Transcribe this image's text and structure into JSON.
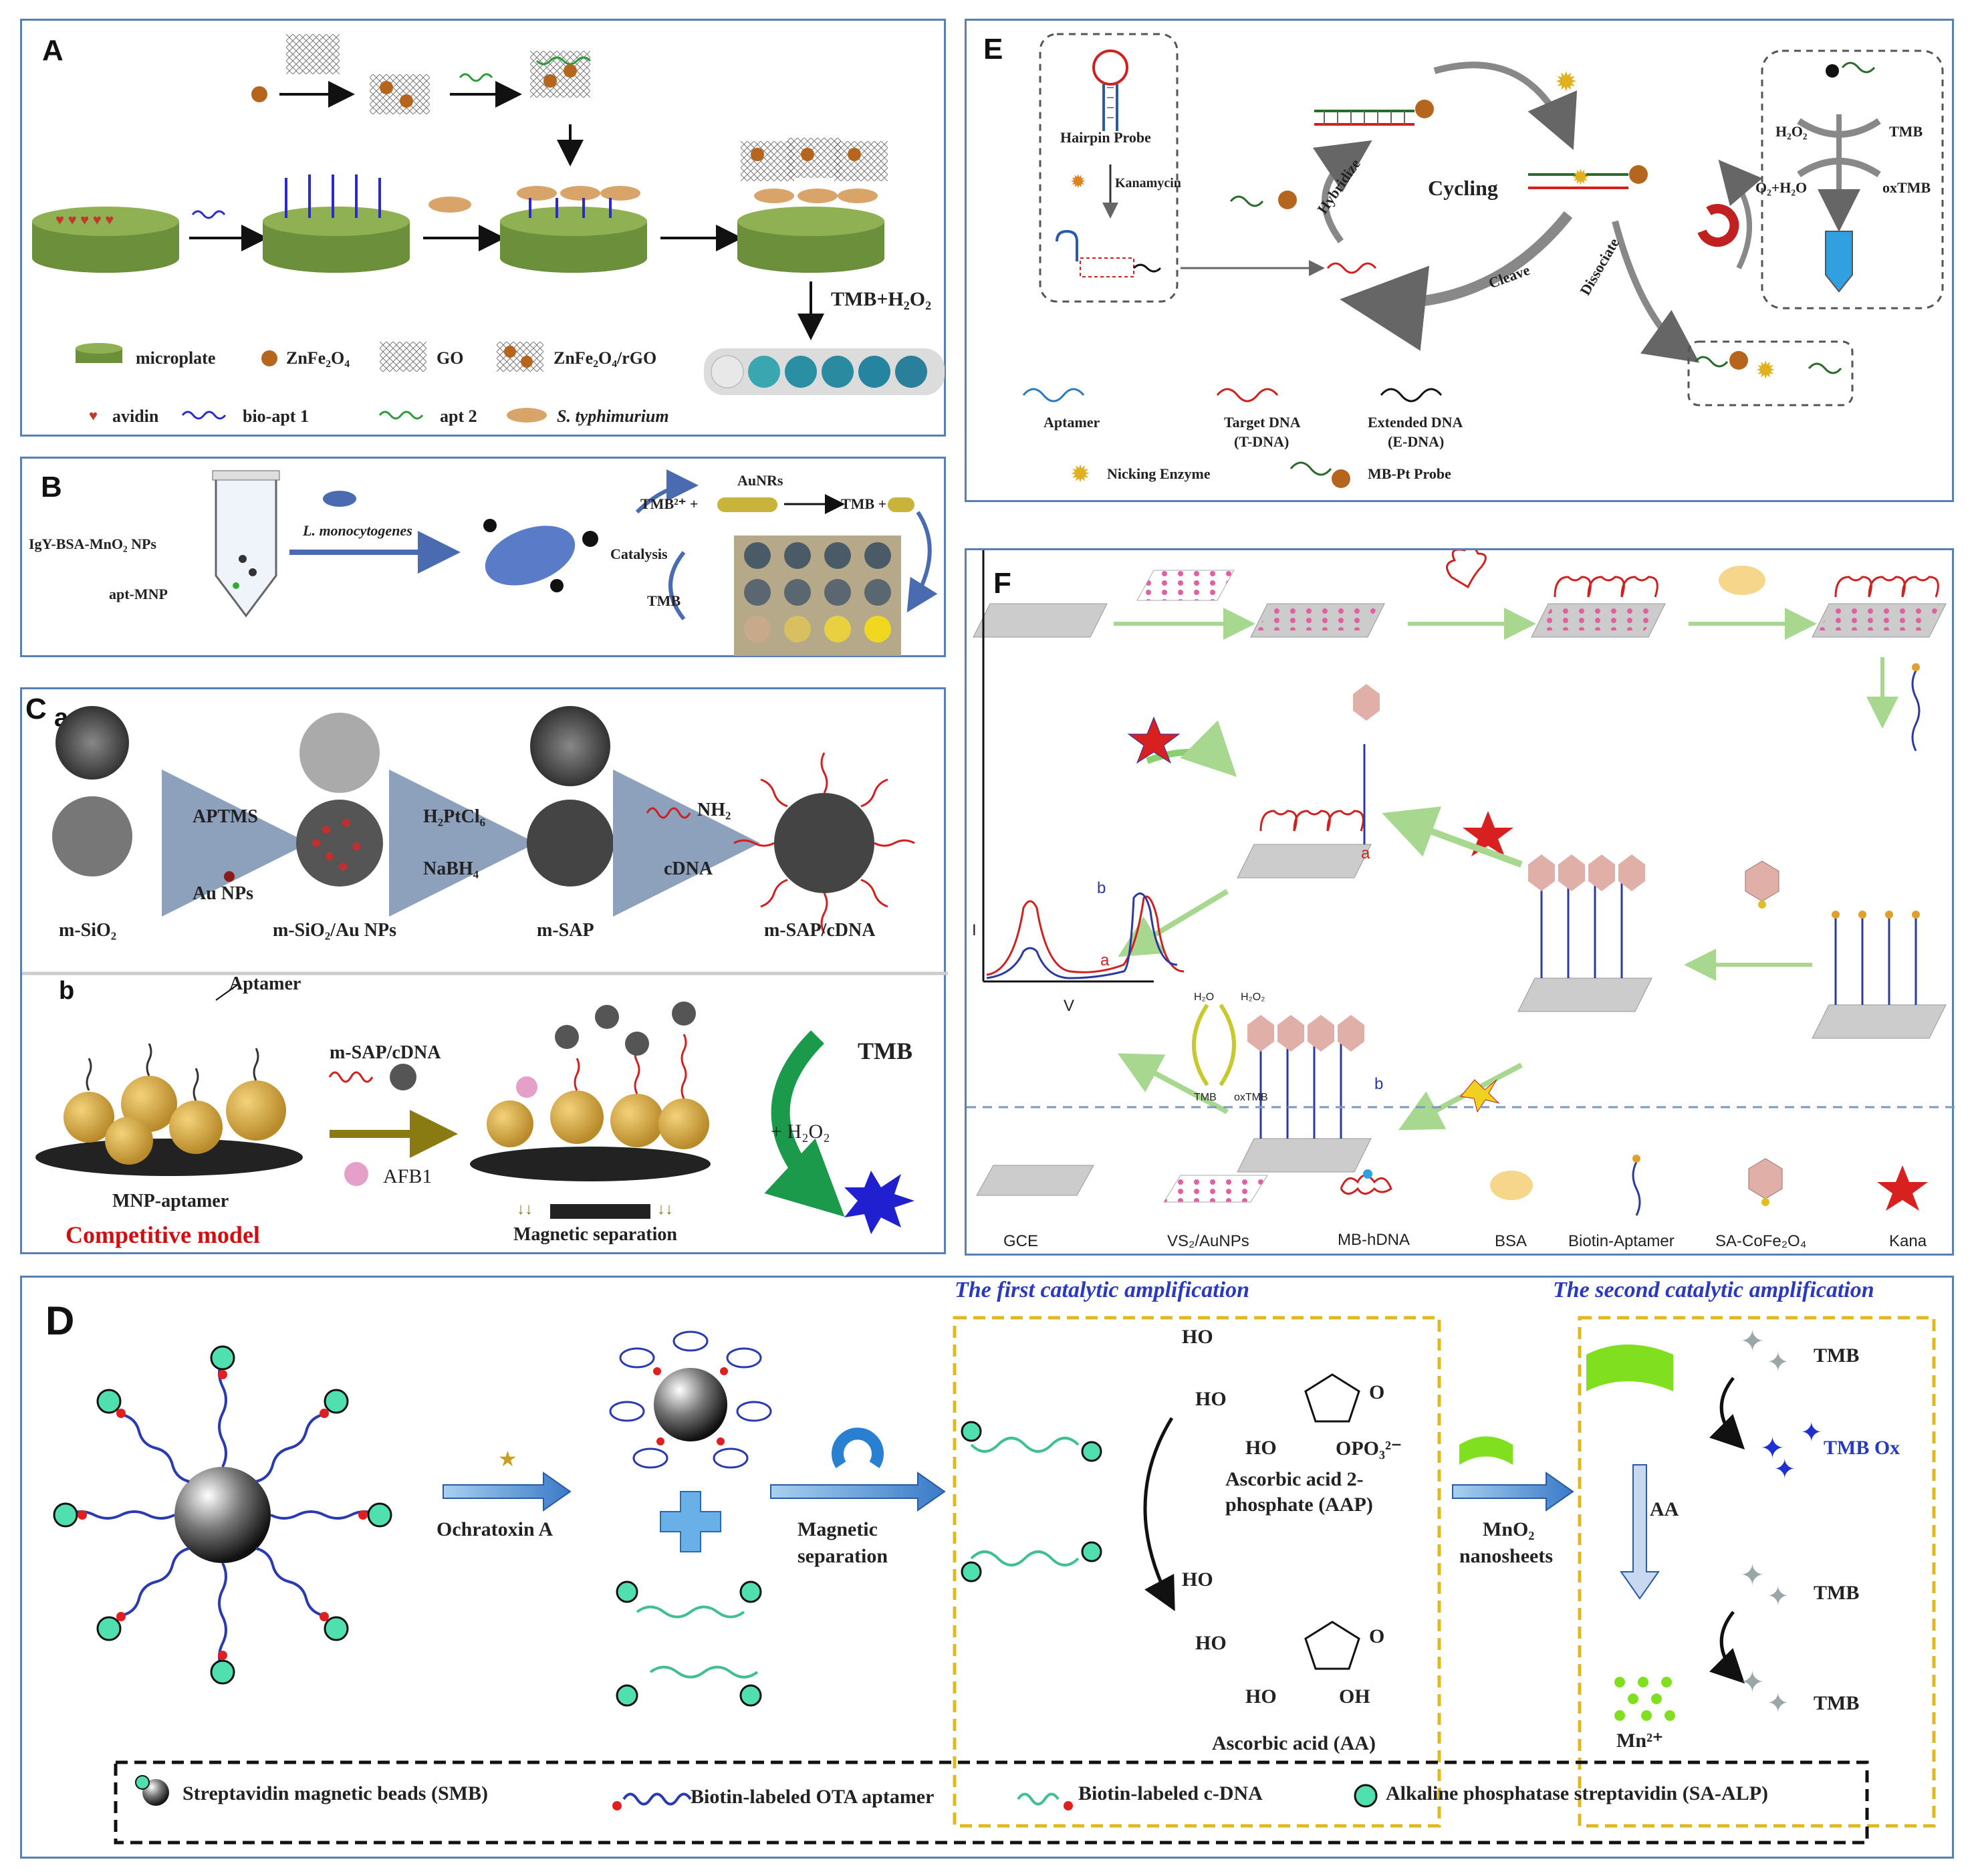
{
  "panel_a": {
    "label": "A",
    "detect": "TMB+H₂O₂",
    "legend": {
      "microplate": "microplate",
      "znfe2o4": "ZnFe₂O₄",
      "go": "GO",
      "znfe2o4_rgo": "ZnFe₂O₄/rGO",
      "avidin": "avidin",
      "bio_apt1": "bio-apt 1",
      "apt2": "apt 2",
      "bacteria": "S. typhimurium"
    }
  },
  "panel_b": {
    "label": "B",
    "igy": "IgY-BSA-MnO₂ NPs",
    "apt_mnp": "apt-MNP",
    "bacteria": "L. monocytogenes",
    "aunrs": "AuNRs",
    "tmb2": "TMB²⁺ +",
    "tmb_arrow": "TMB  +",
    "catalysis": "Catalysis",
    "tmb": "TMB"
  },
  "panel_c": {
    "label": "C",
    "sub_a": "a",
    "sub_b": "b",
    "aptms": "APTMS",
    "au_nps": "Au NPs",
    "h2ptcl6": "H₂PtCl₆",
    "nabh4": "NaBH₄",
    "nh2": "NH₂",
    "cdna": "cDNA",
    "m_sio2": "m-SiO₂",
    "m_sio2_au": "m-SiO₂/Au NPs",
    "m_sap": "m-SAP",
    "m_sap_cdna": "m-SAP/cDNA",
    "aptamer": "Aptamer",
    "m_sap_cdna2": "m-SAP/cDNA",
    "afb1": "AFB1",
    "tmb": "TMB",
    "h2o2": "+ H₂O₂",
    "mnp_aptamer": "MNP-aptamer",
    "competitive": "Competitive model",
    "magsep": "Magnetic separation"
  },
  "panel_d": {
    "label": "D",
    "first_amp": "The first catalytic amplification",
    "second_amp": "The second catalytic amplification",
    "ota": "Ochratoxin A",
    "magsep1": "Magnetic",
    "magsep2": "separation",
    "ho1": "HO",
    "ho2": "HO",
    "ho3": "HO",
    "o1": "O",
    "opo3": "OPO₃²⁻",
    "aap1": "Ascorbic acid 2-",
    "aap2": "phosphate (AAP)",
    "ho4": "HO",
    "ho5": "HO",
    "ho6": "HO",
    "oh": "OH",
    "o2": "O",
    "aa": "Ascorbic acid (AA)",
    "mno2_1": "MnO₂",
    "mno2_2": "nanosheets",
    "tmb1": "TMB",
    "tmbox": "TMB Ox",
    "aa_arrow": "AA",
    "tmb2": "TMB",
    "tmb3": "TMB",
    "mn": "Mn²⁺",
    "legend": {
      "smb": "Streptavidin magnetic beads (SMB)",
      "apt": "Biotin-labeled OTA aptamer",
      "cdna": "Biotin-labeled c-DNA",
      "alp": "Alkaline phosphatase streptavidin  (SA-ALP)"
    }
  },
  "panel_e": {
    "label": "E",
    "hairpin": "Hairpin Probe",
    "kanamycin": "Kanamycin",
    "hybridize": "Hybridize",
    "cycling": "Cycling",
    "cleave": "Cleave",
    "dissociate": "Dissociate",
    "h2o2": "H₂O₂",
    "tmb": "TMB",
    "o2h2o": "O₂+H₂O",
    "oxtmb": "oxTMB",
    "aptamer": "Aptamer",
    "target1": "Target DNA",
    "target2": "(T-DNA)",
    "ext1": "Extended DNA",
    "ext2": "(E-DNA)",
    "nick": "Nicking Enzyme",
    "mbpt": "MB-Pt Probe"
  },
  "panel_f": {
    "label": "F",
    "a": "a",
    "b": "b",
    "b2": "b",
    "a2": "a",
    "i_axis": "I",
    "v_axis": "V",
    "h2o": "H₂O",
    "h2o2": "H₂O₂",
    "tmb": "TMB",
    "oxtmb": "oxTMB",
    "legend": {
      "gce": "GCE",
      "vs2": "VS₂/AuNPs",
      "mbh": "MB-hDNA",
      "bsa": "BSA",
      "bio_apt": "Biotin-Aptamer",
      "sa": "SA-CoFe₂O₄",
      "kana": "Kana"
    }
  }
}
